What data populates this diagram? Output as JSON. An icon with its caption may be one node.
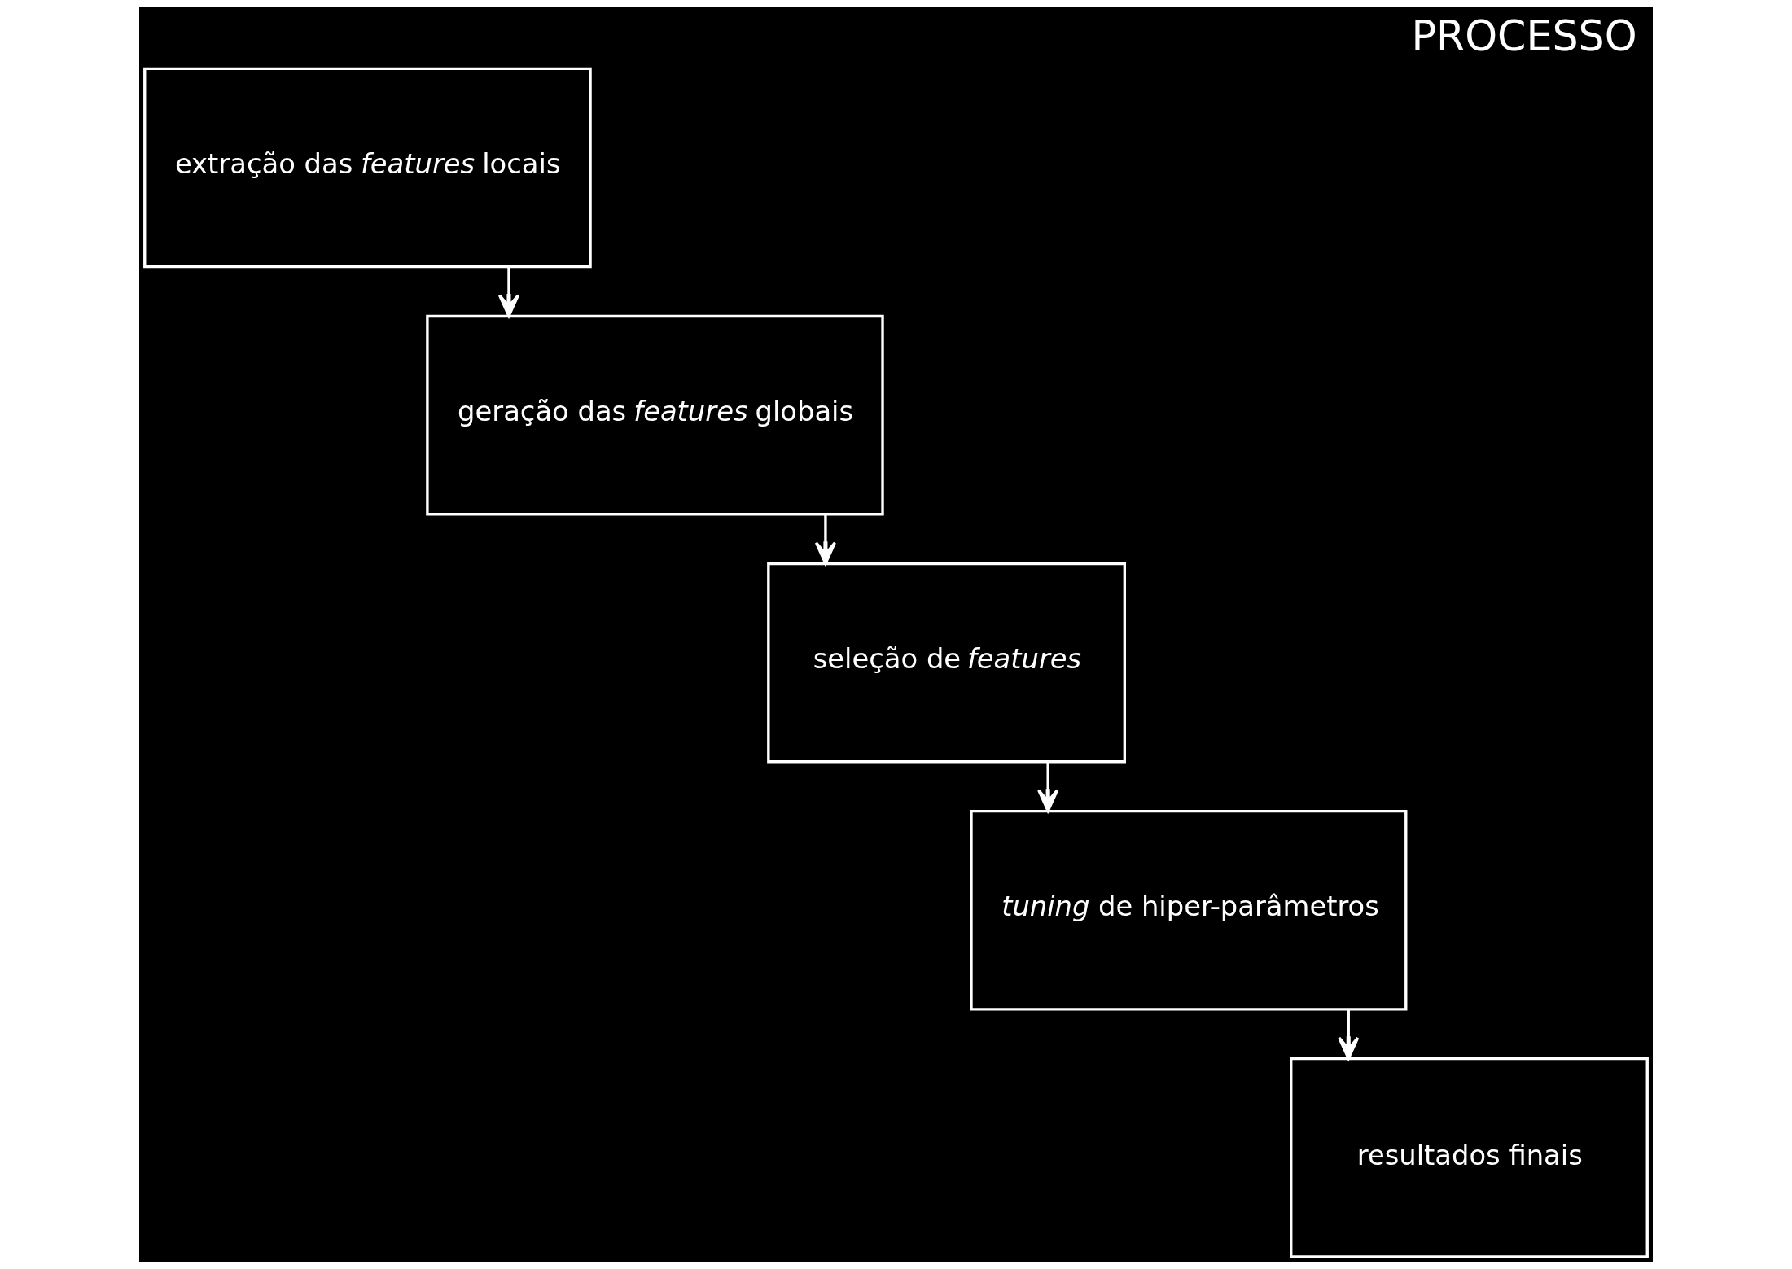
{
  "diagram": {
    "title": "PROCESSO",
    "nodes": [
      {
        "text": [
          "extração das *features* locais"
        ]
      },
      {
        "text": [
          "geração das *features* globais"
        ]
      },
      {
        "text": [
          "seleção de *features*"
        ]
      },
      {
        "text": [
          "*tuning* de hiper-parâmetros"
        ]
      },
      {
        "text": [
          "resultados finais"
        ]
      }
    ],
    "edges": [
      {
        "from": 0,
        "to": 1,
        "arrow": "to"
      },
      {
        "from": 1,
        "to": 2,
        "arrow": "to"
      },
      {
        "from": 2,
        "to": 3,
        "arrow": "to"
      },
      {
        "from": 3,
        "to": 4,
        "arrow": "to"
      }
    ]
  }
}
